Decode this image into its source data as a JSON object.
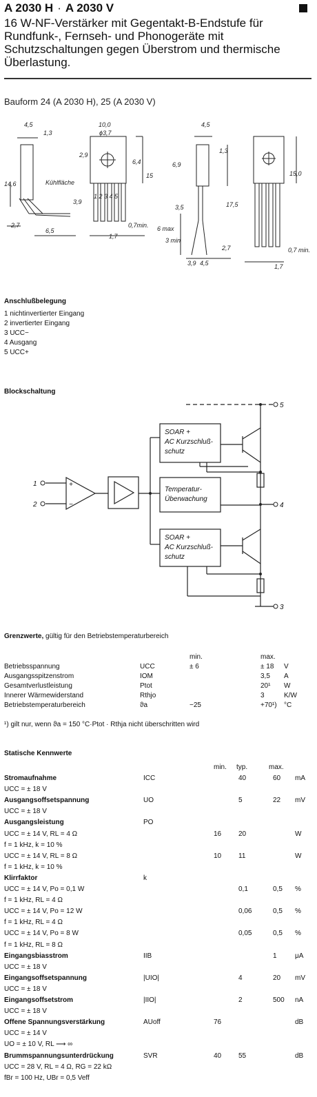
{
  "header": {
    "part1": "A 2030 H",
    "sep": "·",
    "part2": "A 2030 V",
    "subtitle": "16 W-NF-Verstärker mit Gegentakt-B-Endstufe für Rundfunk-, Fernseh- und Phonogeräte mit Schutzschaltungen gegen Überstrom und thermische Überlastung.",
    "bauform": "Bauform 24 (A 2030 H), 25 (A 2030 V)"
  },
  "package": {
    "dims": [
      "4,5",
      "1,3",
      "10,0",
      "ϕ3,7",
      "2,9",
      "6,4",
      "15",
      "14,6",
      "Kühlfläche",
      "3,9",
      "1 2 3 4 5",
      "2,7",
      "6,5",
      "1,7",
      "0,7min",
      "6,9",
      "1,3",
      "3,5",
      "17,5",
      "6 max",
      "3 min",
      "3,9",
      "4,5",
      "15,0",
      "1,7",
      "0,7 min.",
      "2,7"
    ]
  },
  "pins": {
    "heading": "Anschlußbelegung",
    "items": [
      "1 nichtinvertierter Eingang",
      "2 invertierter Eingang",
      "3 UCC−",
      "4 Ausgang",
      "5 UCC+"
    ]
  },
  "block": {
    "heading": "Blockschaltung",
    "soar1": [
      "SOAR +",
      "AC Kurzschluß-",
      "schutz"
    ],
    "temp": [
      "Temperatur-",
      "Überwachung"
    ],
    "soar2": [
      "SOAR +",
      "AC Kurzschluß-",
      "schutz"
    ],
    "in1": "1",
    "in2": "2",
    "out5": "5",
    "out4": "4",
    "out3": "3",
    "plus": "+",
    "minus": "−"
  },
  "grenz": {
    "heading": "Grenzwerte,",
    "heading_rest": " gültig für den Betriebstemperaturbereich",
    "col_min": "min.",
    "col_max": "max.",
    "rows": [
      {
        "name": "Betriebsspannung",
        "sym": "UCC",
        "min": "± 6",
        "max": "± 18",
        "unit": "V"
      },
      {
        "name": "Ausgangsspitzenstrom",
        "sym": "IOM",
        "min": "",
        "max": "3,5",
        "unit": "A"
      },
      {
        "name": "Gesamtverlustleistung",
        "sym": "Ptot",
        "min": "",
        "max": "20¹",
        "unit": "W"
      },
      {
        "name": "Innerer Wärmewiderstand",
        "sym": "Rthjo",
        "min": "",
        "max": "3",
        "unit": "K/W"
      },
      {
        "name": "Betriebstemperaturbereich",
        "sym": "ϑa",
        "min": "−25",
        "max": "+70¹)",
        "unit": "°C"
      }
    ],
    "footnote": "¹) gilt nur, wenn ϑa = 150 °C·Ptot · Rthja nicht überschritten wird"
  },
  "statisch": {
    "heading": "Statische Kennwerte",
    "col_min": "min.",
    "col_typ": "typ.",
    "col_max": "max.",
    "rows": [
      {
        "name": "Stromaufnahme",
        "bold": true,
        "sym": "ICC",
        "min": "",
        "typ": "40",
        "max": "60",
        "unit": "mA"
      },
      {
        "name": "UCC = ± 18 V",
        "bold": false,
        "sym": "",
        "min": "",
        "typ": "",
        "max": "",
        "unit": ""
      },
      {
        "name": "Ausgangsoffsetspannung",
        "bold": true,
        "sym": "UO",
        "min": "",
        "typ": "5",
        "max": "22",
        "unit": "mV"
      },
      {
        "name": "UCC = ± 18 V",
        "bold": false,
        "sym": "",
        "min": "",
        "typ": "",
        "max": "",
        "unit": ""
      },
      {
        "name": "Ausgangsleistung",
        "bold": true,
        "sym": "PO",
        "min": "",
        "typ": "",
        "max": "",
        "unit": ""
      },
      {
        "name": "UCC = ± 14 V, RL = 4 Ω",
        "bold": false,
        "sym": "",
        "min": "16",
        "typ": "20",
        "max": "",
        "unit": "W"
      },
      {
        "name": "f = 1 kHz, k = 10 %",
        "bold": false,
        "sym": "",
        "min": "",
        "typ": "",
        "max": "",
        "unit": ""
      },
      {
        "name": "UCC = ± 14 V, RL = 8 Ω",
        "bold": false,
        "sym": "",
        "min": "10",
        "typ": "11",
        "max": "",
        "unit": "W"
      },
      {
        "name": "f = 1 kHz, k = 10 %",
        "bold": false,
        "sym": "",
        "min": "",
        "typ": "",
        "max": "",
        "unit": ""
      },
      {
        "name": "Klirrfaktor",
        "bold": true,
        "sym": "k",
        "min": "",
        "typ": "",
        "max": "",
        "unit": ""
      },
      {
        "name": "UCC = ± 14 V, Po = 0,1 W",
        "bold": false,
        "sym": "",
        "min": "",
        "typ": "0,1",
        "max": "0,5",
        "unit": "%"
      },
      {
        "name": "f = 1 kHz, RL = 4 Ω",
        "bold": false,
        "sym": "",
        "min": "",
        "typ": "",
        "max": "",
        "unit": ""
      },
      {
        "name": "UCC = ± 14 V, Po = 12 W",
        "bold": false,
        "sym": "",
        "min": "",
        "typ": "0,06",
        "max": "0,5",
        "unit": "%"
      },
      {
        "name": "f = 1 kHz, RL = 4 Ω",
        "bold": false,
        "sym": "",
        "min": "",
        "typ": "",
        "max": "",
        "unit": ""
      },
      {
        "name": "UCC = ± 14 V, Po = 8 W",
        "bold": false,
        "sym": "",
        "min": "",
        "typ": "0,05",
        "max": "0,5",
        "unit": "%"
      },
      {
        "name": "f = 1 kHz, RL = 8 Ω",
        "bold": false,
        "sym": "",
        "min": "",
        "typ": "",
        "max": "",
        "unit": ""
      },
      {
        "name": "Eingangsbiasstrom",
        "bold": true,
        "sym": "IIB",
        "min": "",
        "typ": "",
        "max": "1",
        "unit": "μA"
      },
      {
        "name": "UCC = ± 18 V",
        "bold": false,
        "sym": "",
        "min": "",
        "typ": "",
        "max": "",
        "unit": ""
      },
      {
        "name": "Eingangsoffsetspannung",
        "bold": true,
        "sym": "|UIO|",
        "min": "",
        "typ": "4",
        "max": "20",
        "unit": "mV"
      },
      {
        "name": "UCC = ± 18 V",
        "bold": false,
        "sym": "",
        "min": "",
        "typ": "",
        "max": "",
        "unit": ""
      },
      {
        "name": "Eingangsoffsetstrom",
        "bold": true,
        "sym": "|IIO|",
        "min": "",
        "typ": "2",
        "max": "500",
        "unit": "nA"
      },
      {
        "name": "UCC = ± 18 V",
        "bold": false,
        "sym": "",
        "min": "",
        "typ": "",
        "max": "",
        "unit": ""
      },
      {
        "name": "Offene Spannungsverstärkung",
        "bold": true,
        "sym": "AUoff",
        "min": "76",
        "typ": "",
        "max": "",
        "unit": "dB"
      },
      {
        "name": "UCC = ± 14 V",
        "bold": false,
        "sym": "",
        "min": "",
        "typ": "",
        "max": "",
        "unit": ""
      },
      {
        "name": "UO = ± 10 V, RL ⟶ ∞",
        "bold": false,
        "sym": "",
        "min": "",
        "typ": "",
        "max": "",
        "unit": ""
      },
      {
        "name": "Brummspannungsunterdrückung",
        "bold": true,
        "sym": "SVR",
        "min": "40",
        "typ": "55",
        "max": "",
        "unit": "dB"
      },
      {
        "name": "UCC = 28 V, RL = 4 Ω, RG = 22 kΩ",
        "bold": false,
        "sym": "",
        "min": "",
        "typ": "",
        "max": "",
        "unit": ""
      },
      {
        "name": "fBr = 100 Hz, UBr = 0,5 Veff",
        "bold": false,
        "sym": "",
        "min": "",
        "typ": "",
        "max": "",
        "unit": ""
      }
    ]
  }
}
